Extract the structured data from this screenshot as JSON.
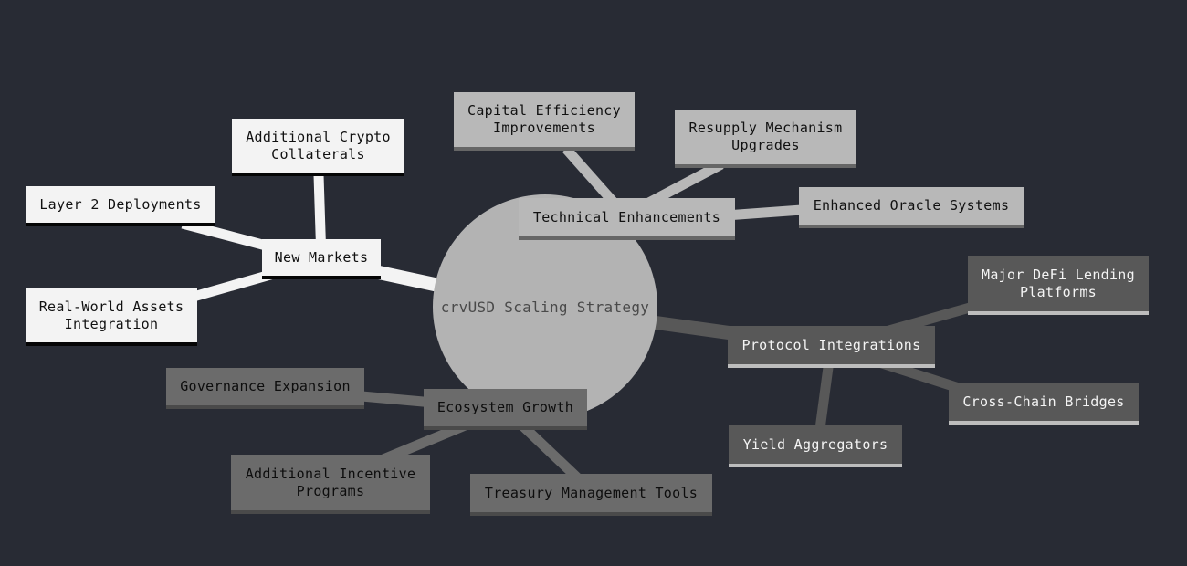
{
  "mindmap": {
    "root": {
      "label": "crvUSD Scaling Strategy"
    },
    "branches": [
      {
        "label": "New Markets",
        "children": [
          {
            "label": "Additional Crypto\nCollaterals"
          },
          {
            "label": "Layer 2 Deployments"
          },
          {
            "label": "Real-World Assets\nIntegration"
          }
        ]
      },
      {
        "label": "Technical Enhancements",
        "children": [
          {
            "label": "Capital Efficiency\nImprovements"
          },
          {
            "label": "Resupply Mechanism\nUpgrades"
          },
          {
            "label": "Enhanced Oracle Systems"
          }
        ]
      },
      {
        "label": "Protocol Integrations",
        "children": [
          {
            "label": "Major DeFi Lending\nPlatforms"
          },
          {
            "label": "Cross-Chain Bridges"
          },
          {
            "label": "Yield Aggregators"
          }
        ]
      },
      {
        "label": "Ecosystem Growth",
        "children": [
          {
            "label": "Governance Expansion"
          },
          {
            "label": "Additional Incentive\nPrograms"
          },
          {
            "label": "Treasury Management Tools"
          }
        ]
      }
    ],
    "colors": {
      "background": "#282b34",
      "root": "#b3b3b3",
      "new_markets": "#f3f3f3",
      "technical_enhancements": "#b8b8b8",
      "ecosystem_growth": "#6b6b6b",
      "protocol_integrations": "#585858"
    }
  }
}
